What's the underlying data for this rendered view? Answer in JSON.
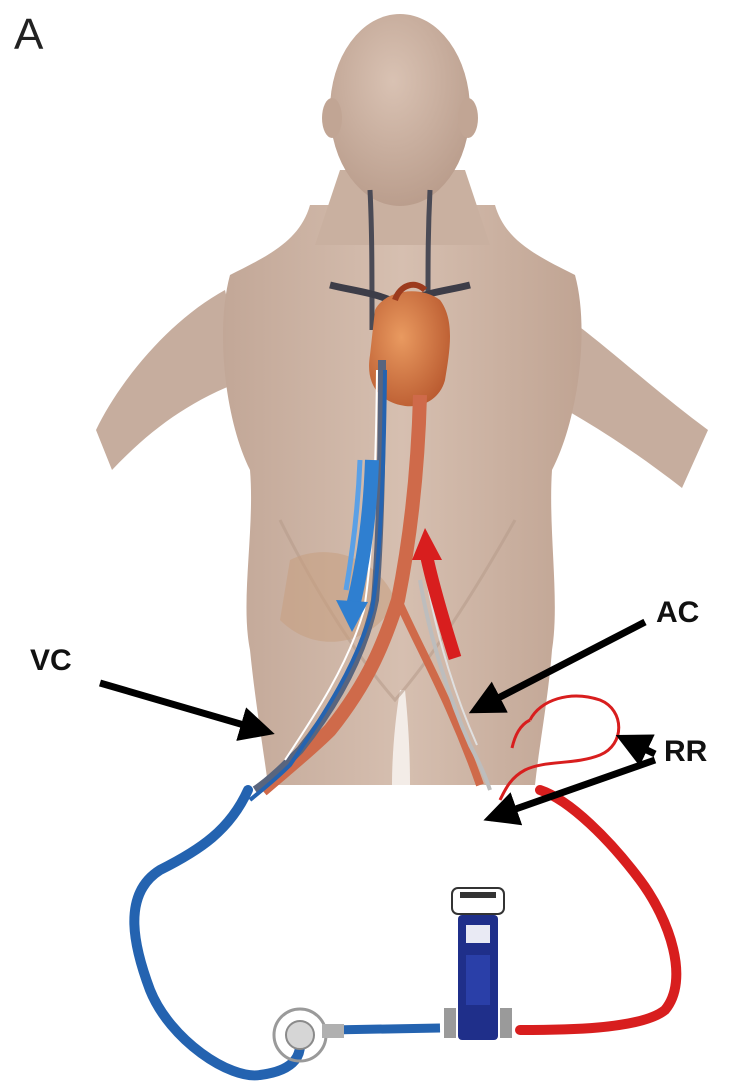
{
  "figure": {
    "panel_letter": "A",
    "labels": {
      "ac": "AC",
      "vc": "VC",
      "rr": "RR"
    },
    "colors": {
      "venous": "#2463b0",
      "arterial": "#d81e1e",
      "skin": "#cdb3a3",
      "pump": "#1f2f8a",
      "arrow": "#000000"
    }
  }
}
